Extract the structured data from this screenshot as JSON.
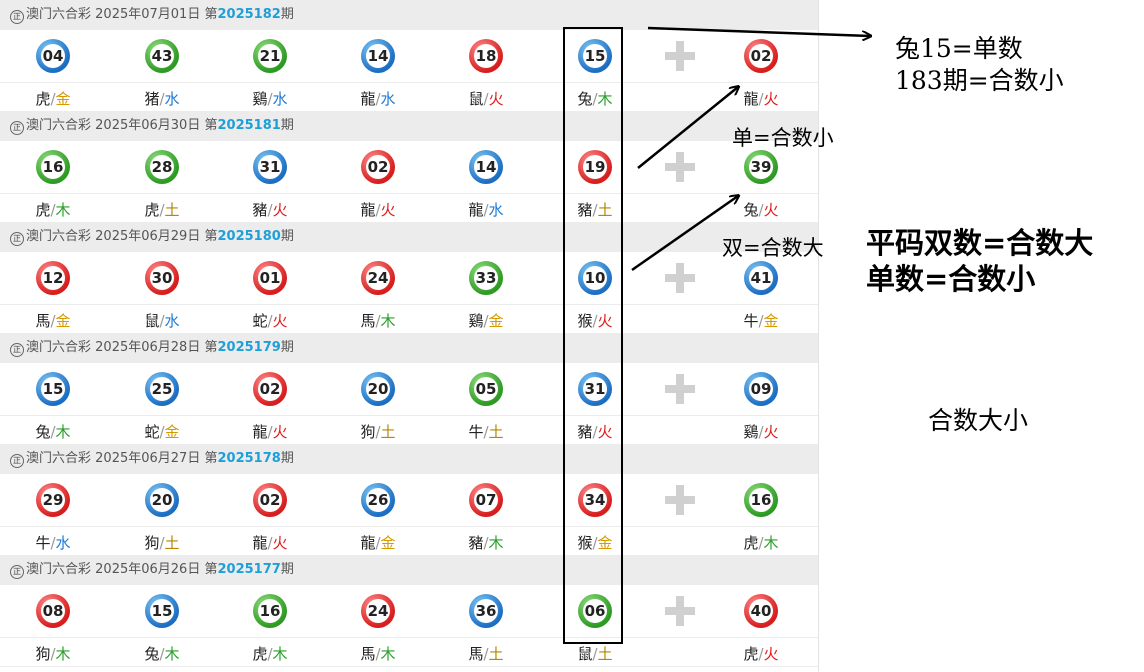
{
  "periods": [
    {
      "header": {
        "prefix": "澳门六合彩",
        "date": "2025年07月01日",
        "pre": "第",
        "number": "2025182",
        "post": "期"
      },
      "balls": [
        {
          "num": "04",
          "color": "blue",
          "zodiac": "虎",
          "element": "金",
          "el_class": "gold"
        },
        {
          "num": "43",
          "color": "green",
          "zodiac": "猪",
          "element": "水",
          "el_class": "water"
        },
        {
          "num": "21",
          "color": "green",
          "zodiac": "鷄",
          "element": "水",
          "el_class": "water"
        },
        {
          "num": "14",
          "color": "blue",
          "zodiac": "龍",
          "element": "水",
          "el_class": "water"
        },
        {
          "num": "18",
          "color": "red",
          "zodiac": "鼠",
          "element": "火",
          "el_class": "fire"
        },
        {
          "num": "15",
          "color": "blue",
          "zodiac": "兔",
          "element": "木",
          "el_class": "wood"
        }
      ],
      "special": {
        "num": "02",
        "color": "red",
        "zodiac": "龍",
        "element": "火",
        "el_class": "fire"
      }
    },
    {
      "header": {
        "prefix": "澳门六合彩",
        "date": "2025年06月30日",
        "pre": "第",
        "number": "2025181",
        "post": "期"
      },
      "balls": [
        {
          "num": "16",
          "color": "green",
          "zodiac": "虎",
          "element": "木",
          "el_class": "wood"
        },
        {
          "num": "28",
          "color": "green",
          "zodiac": "虎",
          "element": "土",
          "el_class": "earth"
        },
        {
          "num": "31",
          "color": "blue",
          "zodiac": "豬",
          "element": "火",
          "el_class": "fire"
        },
        {
          "num": "02",
          "color": "red",
          "zodiac": "龍",
          "element": "火",
          "el_class": "fire"
        },
        {
          "num": "14",
          "color": "blue",
          "zodiac": "龍",
          "element": "水",
          "el_class": "water"
        },
        {
          "num": "19",
          "color": "red",
          "zodiac": "豬",
          "element": "土",
          "el_class": "earth"
        }
      ],
      "special": {
        "num": "39",
        "color": "green",
        "zodiac": "兔",
        "element": "火",
        "el_class": "fire"
      }
    },
    {
      "header": {
        "prefix": "澳门六合彩",
        "date": "2025年06月29日",
        "pre": "第",
        "number": "2025180",
        "post": "期"
      },
      "balls": [
        {
          "num": "12",
          "color": "red",
          "zodiac": "馬",
          "element": "金",
          "el_class": "gold"
        },
        {
          "num": "30",
          "color": "red",
          "zodiac": "鼠",
          "element": "水",
          "el_class": "water"
        },
        {
          "num": "01",
          "color": "red",
          "zodiac": "蛇",
          "element": "火",
          "el_class": "fire"
        },
        {
          "num": "24",
          "color": "red",
          "zodiac": "馬",
          "element": "木",
          "el_class": "wood"
        },
        {
          "num": "33",
          "color": "green",
          "zodiac": "鷄",
          "element": "金",
          "el_class": "gold"
        },
        {
          "num": "10",
          "color": "blue",
          "zodiac": "猴",
          "element": "火",
          "el_class": "fire"
        }
      ],
      "special": {
        "num": "41",
        "color": "blue",
        "zodiac": "牛",
        "element": "金",
        "el_class": "gold"
      }
    },
    {
      "header": {
        "prefix": "澳门六合彩",
        "date": "2025年06月28日",
        "pre": "第",
        "number": "2025179",
        "post": "期"
      },
      "balls": [
        {
          "num": "15",
          "color": "blue",
          "zodiac": "兔",
          "element": "木",
          "el_class": "wood"
        },
        {
          "num": "25",
          "color": "blue",
          "zodiac": "蛇",
          "element": "金",
          "el_class": "gold"
        },
        {
          "num": "02",
          "color": "red",
          "zodiac": "龍",
          "element": "火",
          "el_class": "fire"
        },
        {
          "num": "20",
          "color": "blue",
          "zodiac": "狗",
          "element": "土",
          "el_class": "earth"
        },
        {
          "num": "05",
          "color": "green",
          "zodiac": "牛",
          "element": "土",
          "el_class": "earth"
        },
        {
          "num": "31",
          "color": "blue",
          "zodiac": "豬",
          "element": "火",
          "el_class": "fire"
        }
      ],
      "special": {
        "num": "09",
        "color": "blue",
        "zodiac": "鷄",
        "element": "火",
        "el_class": "fire"
      }
    },
    {
      "header": {
        "prefix": "澳门六合彩",
        "date": "2025年06月27日",
        "pre": "第",
        "number": "2025178",
        "post": "期"
      },
      "balls": [
        {
          "num": "29",
          "color": "red",
          "zodiac": "牛",
          "element": "水",
          "el_class": "water"
        },
        {
          "num": "20",
          "color": "blue",
          "zodiac": "狗",
          "element": "土",
          "el_class": "earth"
        },
        {
          "num": "02",
          "color": "red",
          "zodiac": "龍",
          "element": "火",
          "el_class": "fire"
        },
        {
          "num": "26",
          "color": "blue",
          "zodiac": "龍",
          "element": "金",
          "el_class": "gold"
        },
        {
          "num": "07",
          "color": "red",
          "zodiac": "豬",
          "element": "木",
          "el_class": "wood"
        },
        {
          "num": "34",
          "color": "red",
          "zodiac": "猴",
          "element": "金",
          "el_class": "gold"
        }
      ],
      "special": {
        "num": "16",
        "color": "green",
        "zodiac": "虎",
        "element": "木",
        "el_class": "wood"
      }
    },
    {
      "header": {
        "prefix": "澳门六合彩",
        "date": "2025年06月26日",
        "pre": "第",
        "number": "2025177",
        "post": "期"
      },
      "balls": [
        {
          "num": "08",
          "color": "red",
          "zodiac": "狗",
          "element": "木",
          "el_class": "wood"
        },
        {
          "num": "15",
          "color": "blue",
          "zodiac": "兔",
          "element": "木",
          "el_class": "wood"
        },
        {
          "num": "16",
          "color": "green",
          "zodiac": "虎",
          "element": "木",
          "el_class": "wood"
        },
        {
          "num": "24",
          "color": "red",
          "zodiac": "馬",
          "element": "木",
          "el_class": "wood"
        },
        {
          "num": "36",
          "color": "blue",
          "zodiac": "馬",
          "element": "土",
          "el_class": "earth"
        },
        {
          "num": "06",
          "color": "green",
          "zodiac": "鼠",
          "element": "土",
          "el_class": "earth"
        }
      ],
      "special": {
        "num": "40",
        "color": "red",
        "zodiac": "虎",
        "element": "火",
        "el_class": "fire"
      }
    }
  ],
  "separator": "/",
  "logo_text": "正",
  "annotations": {
    "note1_line1": "兔15=单数",
    "note1_line2": "183期=合数小",
    "note2": "单=合数小",
    "note3": "双=合数大",
    "note4_line1": "平码双数=合数大",
    "note4_line2": "单数=合数小",
    "note5": "合数大小"
  },
  "colors": {
    "blue": "#1c6ec2",
    "red": "#d71d1d",
    "green": "#2d9a23",
    "header_number": "#1e9fd8"
  }
}
